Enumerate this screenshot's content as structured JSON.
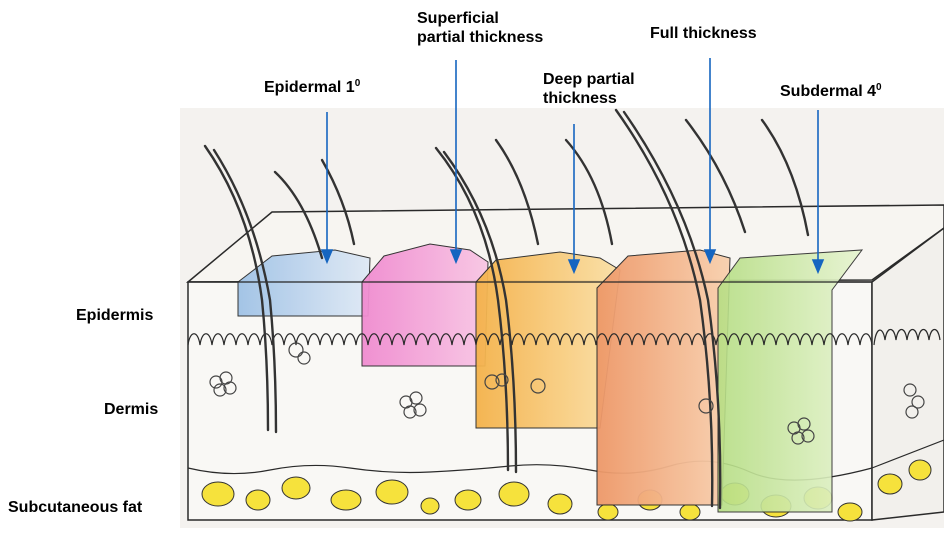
{
  "labels": {
    "epidermal": {
      "text": "Epidermal 1",
      "sup": "0"
    },
    "superficial": {
      "line1": "Superficial",
      "line2": "partial thickness"
    },
    "deep": {
      "line1": "Deep partial",
      "line2": "thickness"
    },
    "full": {
      "text": "Full thickness"
    },
    "subdermal": {
      "text": "Subdermal 4",
      "sup": "0"
    },
    "epidermis": "Epidermis",
    "dermis": "Dermis",
    "subcutaneous": "Subcutaneous fat"
  },
  "colors": {
    "arrow": "#1565c0",
    "epidermal_zone": "#aecbe6",
    "superficial_zone": "#f2a6d8",
    "deep_zone": "#f6c66e",
    "full_zone": "#f0a878",
    "subdermal_zone": "#c6e6a0",
    "fat": "#f6e23c",
    "outline": "#2a2a2a"
  }
}
